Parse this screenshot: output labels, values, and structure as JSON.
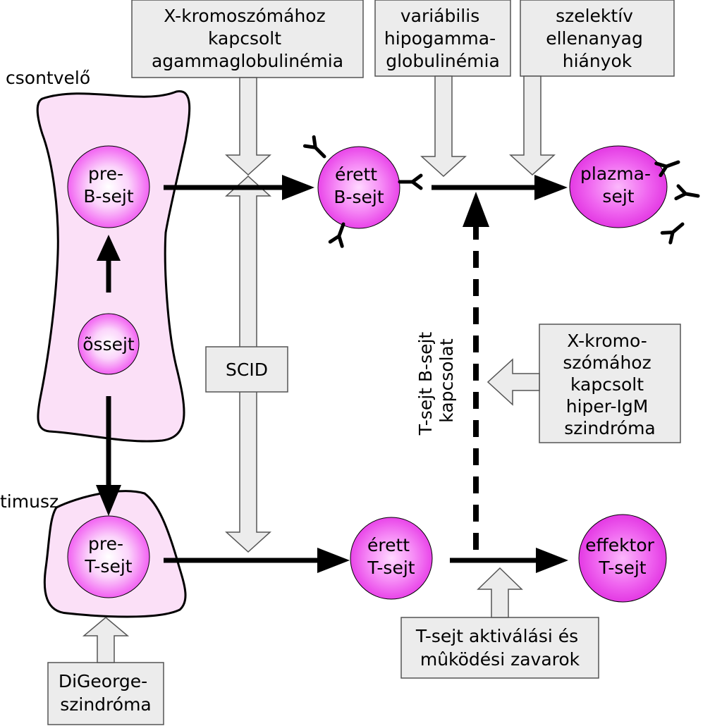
{
  "organs": {
    "bone_marrow": "csontvelő",
    "thymus": "timusz"
  },
  "cells": {
    "pre_b": [
      "pre-",
      "B-sejt"
    ],
    "stem": [
      "õssejt"
    ],
    "pre_t": [
      "pre-",
      "T-sejt"
    ],
    "mature_b": [
      "érett",
      "B-sejt"
    ],
    "plasma": [
      "plazma-",
      "sejt"
    ],
    "mature_t": [
      "érett",
      "T-sejt"
    ],
    "effector_t": [
      "effektor",
      "T-sejt"
    ]
  },
  "defects": {
    "xla": [
      "X-kromoszómához",
      "kapcsolt",
      "agammaglobulinémia"
    ],
    "cvid": [
      "variábilis",
      "hipogamma-",
      "globulinémia"
    ],
    "selective": [
      "szelektív",
      "ellenanyag",
      "hiányok"
    ],
    "scid": [
      "SCID"
    ],
    "hyper_igm": [
      "X-kromo-",
      "szómához",
      "kapcsolt",
      "hiper-IgM",
      "szindróma"
    ],
    "t_activation": [
      "T-sejt aktiválási és",
      "mûködési zavarok"
    ],
    "digeorge": [
      "DiGeorge-",
      "szindróma"
    ]
  },
  "link_label": [
    "T-sejt B-sejt",
    "kapcsolat"
  ],
  "colors": {
    "cell_fill": "#f04af0",
    "cell_highlight": "#ffffff",
    "organ_fill": "#fbe0f7",
    "box_fill": "#ececec"
  }
}
